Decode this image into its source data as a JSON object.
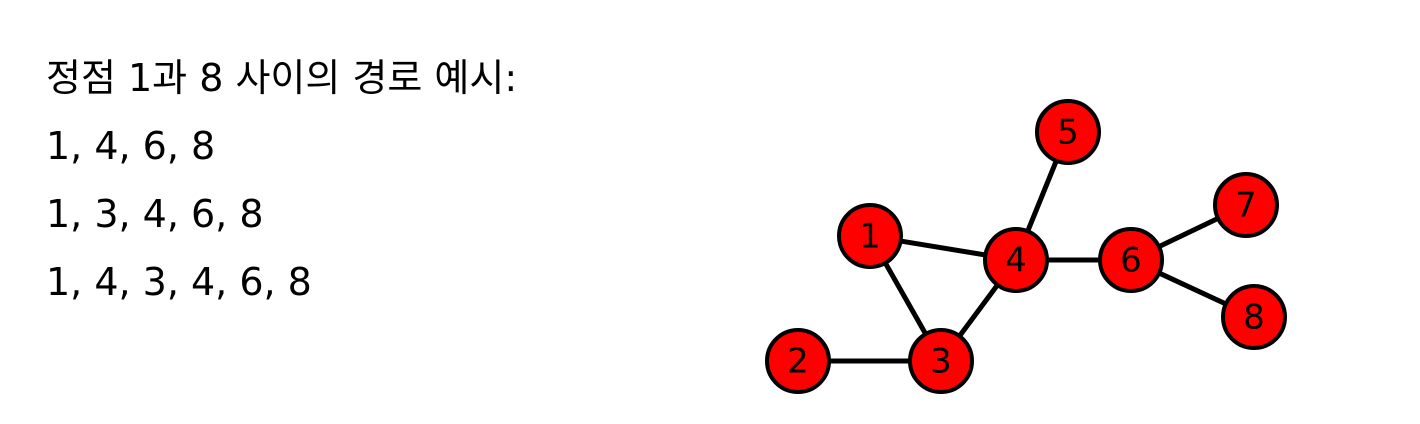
{
  "heading": "정점 1과 8 사이의 경로 예시:",
  "paths": [
    "1, 4, 6, 8",
    "1, 3, 4, 6, 8",
    "1, 4, 3, 4, 6, 8"
  ],
  "graph": {
    "node_fill": "#ff0000",
    "node_stroke": "#000000",
    "edge_color": "#000000",
    "nodes": [
      {
        "id": "1",
        "label": "1"
      },
      {
        "id": "2",
        "label": "2"
      },
      {
        "id": "3",
        "label": "3"
      },
      {
        "id": "4",
        "label": "4"
      },
      {
        "id": "5",
        "label": "5"
      },
      {
        "id": "6",
        "label": "6"
      },
      {
        "id": "7",
        "label": "7"
      },
      {
        "id": "8",
        "label": "8"
      }
    ],
    "edges": [
      [
        "1",
        "4"
      ],
      [
        "1",
        "3"
      ],
      [
        "2",
        "3"
      ],
      [
        "3",
        "4"
      ],
      [
        "4",
        "5"
      ],
      [
        "4",
        "6"
      ],
      [
        "6",
        "7"
      ],
      [
        "6",
        "8"
      ]
    ]
  }
}
